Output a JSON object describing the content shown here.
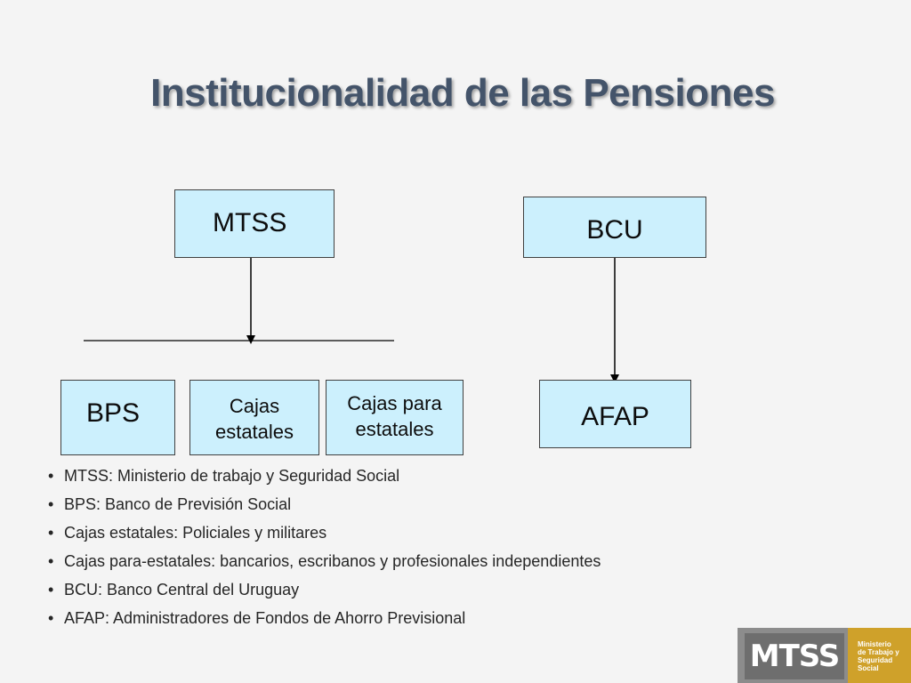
{
  "slide": {
    "title": "Institucionalidad de las Pensiones"
  },
  "diagram": {
    "nodes": {
      "mtss": "MTSS",
      "bcu": "BCU",
      "bps": "BPS",
      "cajas_line1": "Cajas",
      "cajas_line2": "estatales",
      "cajas_para_line1": "Cajas para",
      "cajas_para_line2": "estatales",
      "afap": "AFAP"
    },
    "box_fill": "#ccf0fd",
    "edges": [
      {
        "from": "MTSS",
        "to": [
          "BPS",
          "Cajas estatales",
          "Cajas para estatales"
        ]
      },
      {
        "from": "BCU",
        "to": [
          "AFAP"
        ]
      }
    ]
  },
  "bullets": [
    "MTSS: Ministerio de trabajo y Seguridad Social",
    "BPS: Banco de Previsión Social",
    "Cajas estatales: Policiales y militares",
    "Cajas para-estatales: bancarios, escribanos y profesionales independientes",
    "BCU: Banco Central del Uruguay",
    "AFAP: Administradores de Fondos de Ahorro Previsional"
  ],
  "logo": {
    "text": "MTSS",
    "tagline": [
      "Ministerio",
      "de Trabajo y",
      "Seguridad",
      "Social"
    ],
    "accent_color": "#cfa12a"
  },
  "colors": {
    "title": "#44546a",
    "background": "#f4f4f4"
  }
}
